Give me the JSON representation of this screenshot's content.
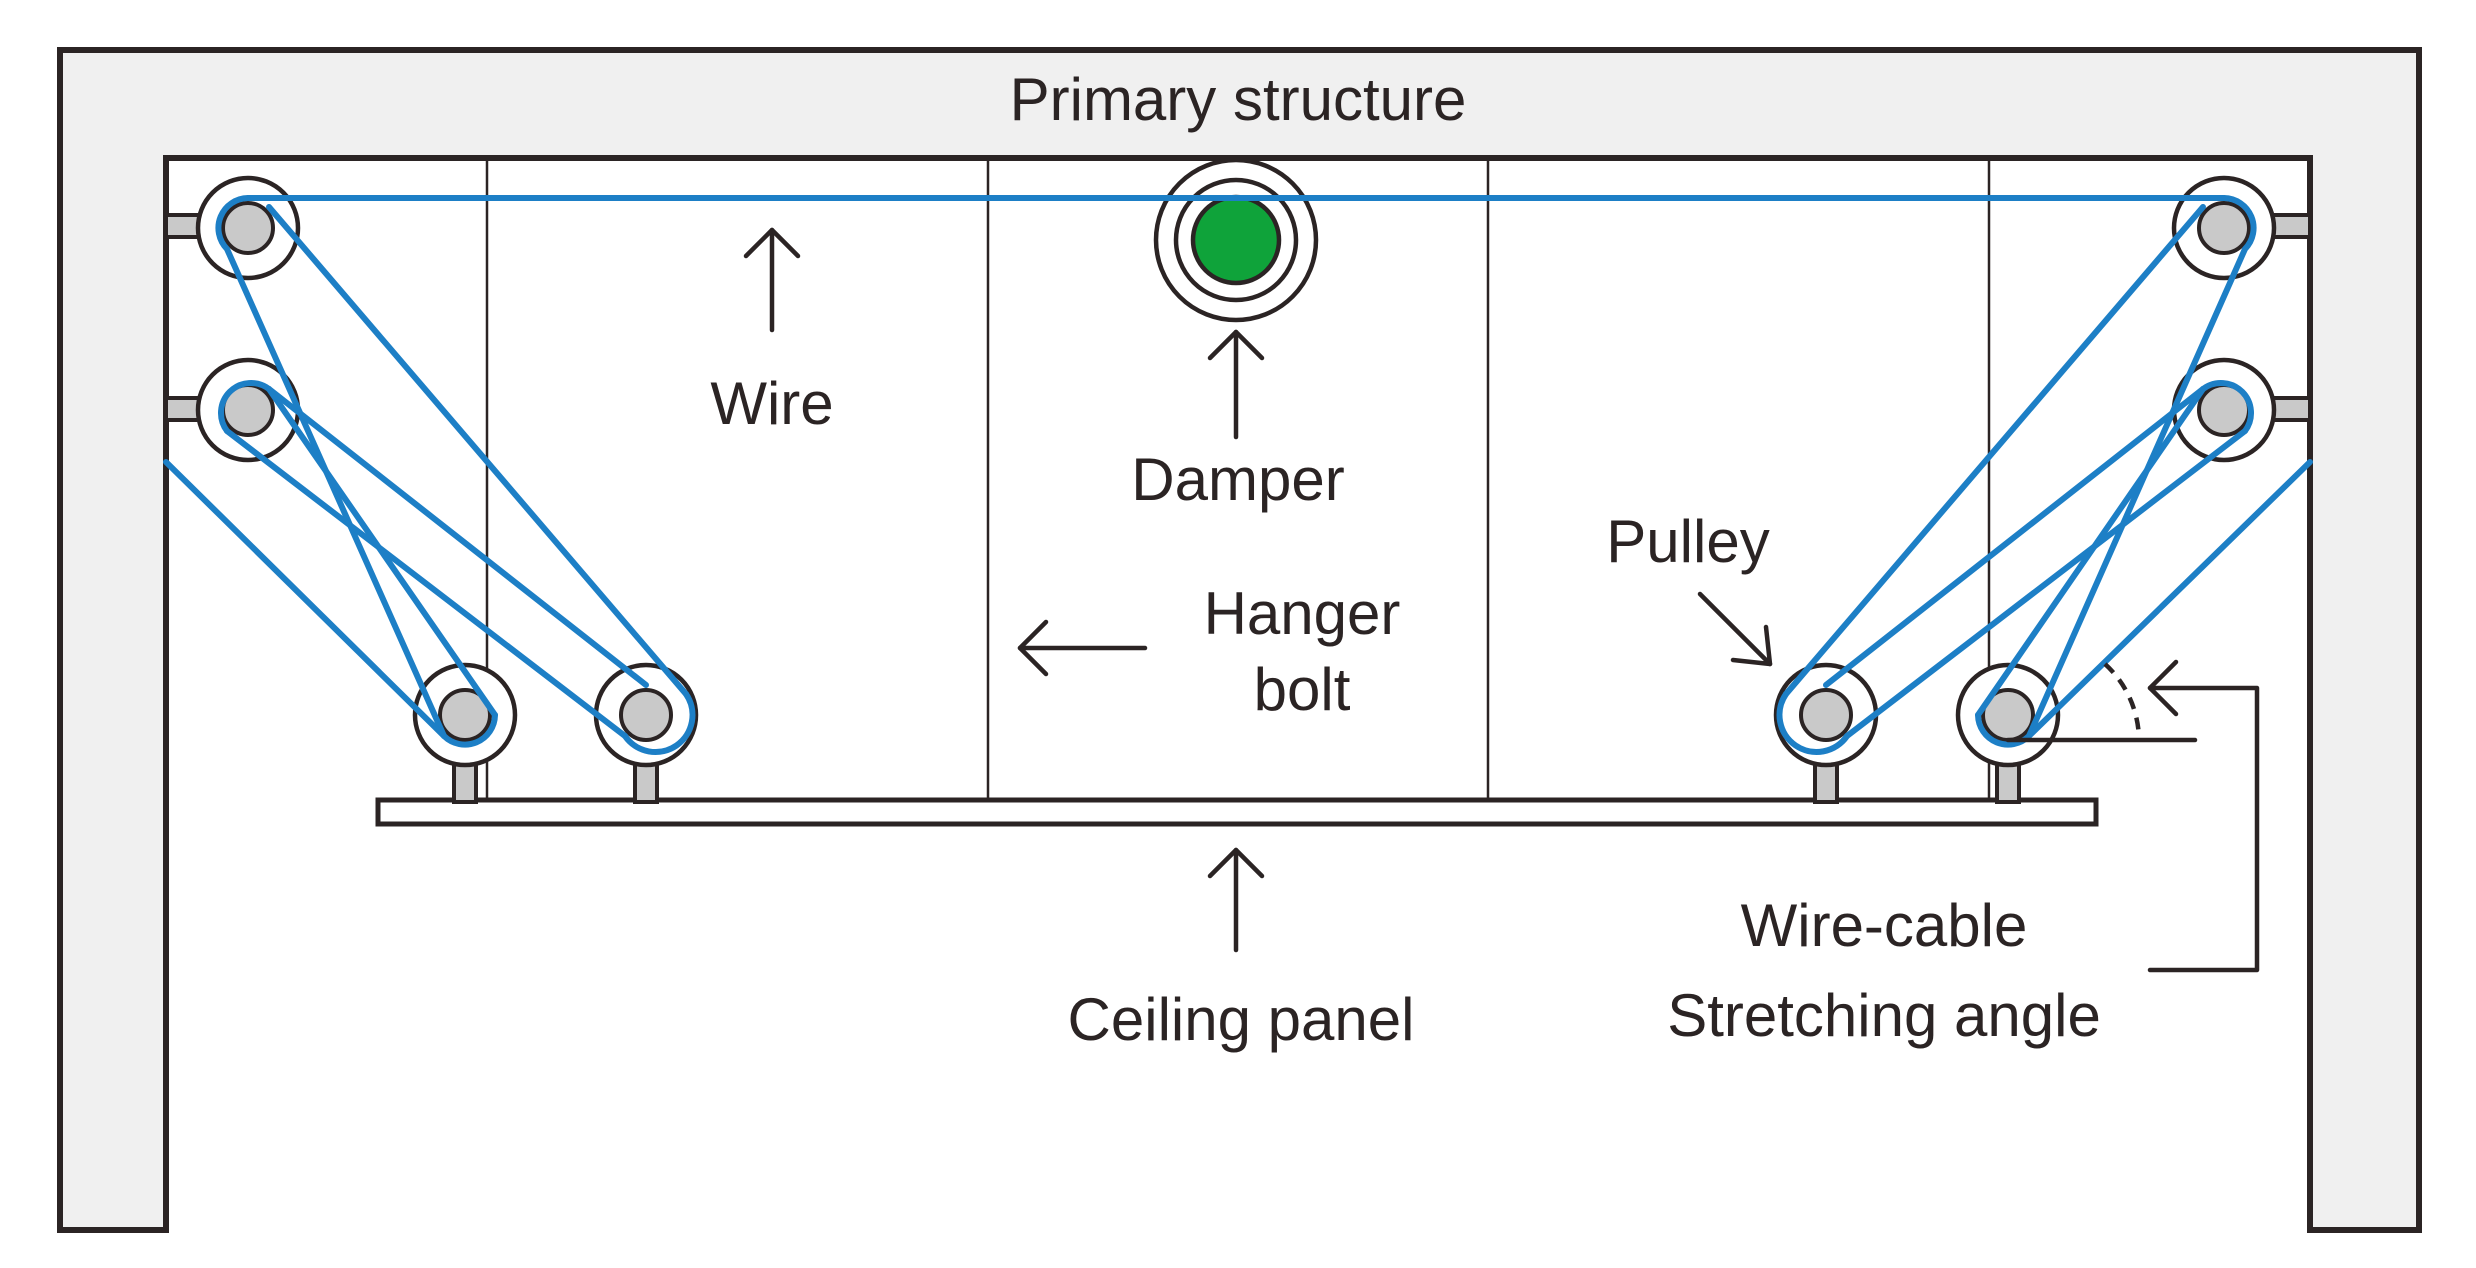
{
  "diagram": {
    "labels": {
      "primary_structure": "Primary structure",
      "wire": "Wire",
      "damper": "Damper",
      "hanger_bolt_line1": "Hanger",
      "hanger_bolt_line2": "bolt",
      "pulley": "Pulley",
      "ceiling_panel": "Ceiling panel",
      "stretching_angle_line1": "Wire-cable",
      "stretching_angle_line2": "Stretching angle"
    },
    "colors": {
      "wire": "#1d7fc6",
      "damper": "#0fa33a",
      "pulley": "#c9c9c9",
      "frame_fill": "#f0f0f0",
      "ink": "#2b2424"
    },
    "icons": {
      "arrow": "arrow-icon",
      "damper": "damper-icon",
      "pulley": "pulley-icon"
    }
  }
}
